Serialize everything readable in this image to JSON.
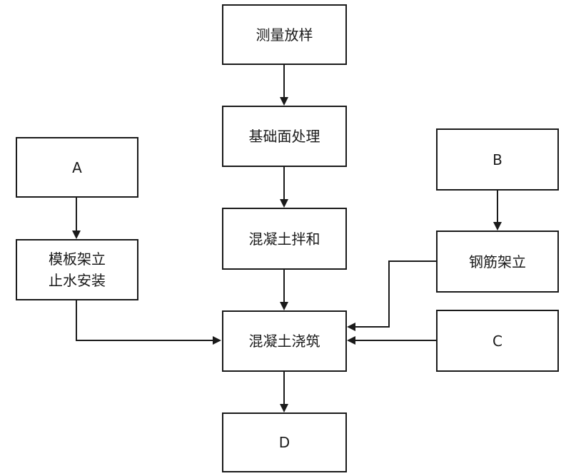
{
  "nodes": {
    "survey": {
      "label": "测量放样"
    },
    "foundation": {
      "label": "基础面处理"
    },
    "mixing": {
      "label": "混凝土拌和"
    },
    "pouring": {
      "label": "混凝土浇筑"
    },
    "d": {
      "label": "D"
    },
    "a": {
      "label": "A"
    },
    "formwork": {
      "line1": "模板架立",
      "line2": "止水安装"
    },
    "b": {
      "label": "B"
    },
    "rebar": {
      "label": "钢筋架立"
    },
    "c": {
      "label": "C"
    }
  },
  "edges": [
    {
      "from": "survey",
      "to": "foundation"
    },
    {
      "from": "foundation",
      "to": "mixing"
    },
    {
      "from": "mixing",
      "to": "pouring"
    },
    {
      "from": "pouring",
      "to": "d"
    },
    {
      "from": "a",
      "to": "formwork"
    },
    {
      "from": "formwork",
      "to": "pouring"
    },
    {
      "from": "b",
      "to": "rebar"
    },
    {
      "from": "rebar",
      "to": "pouring"
    },
    {
      "from": "c",
      "to": "pouring"
    }
  ]
}
